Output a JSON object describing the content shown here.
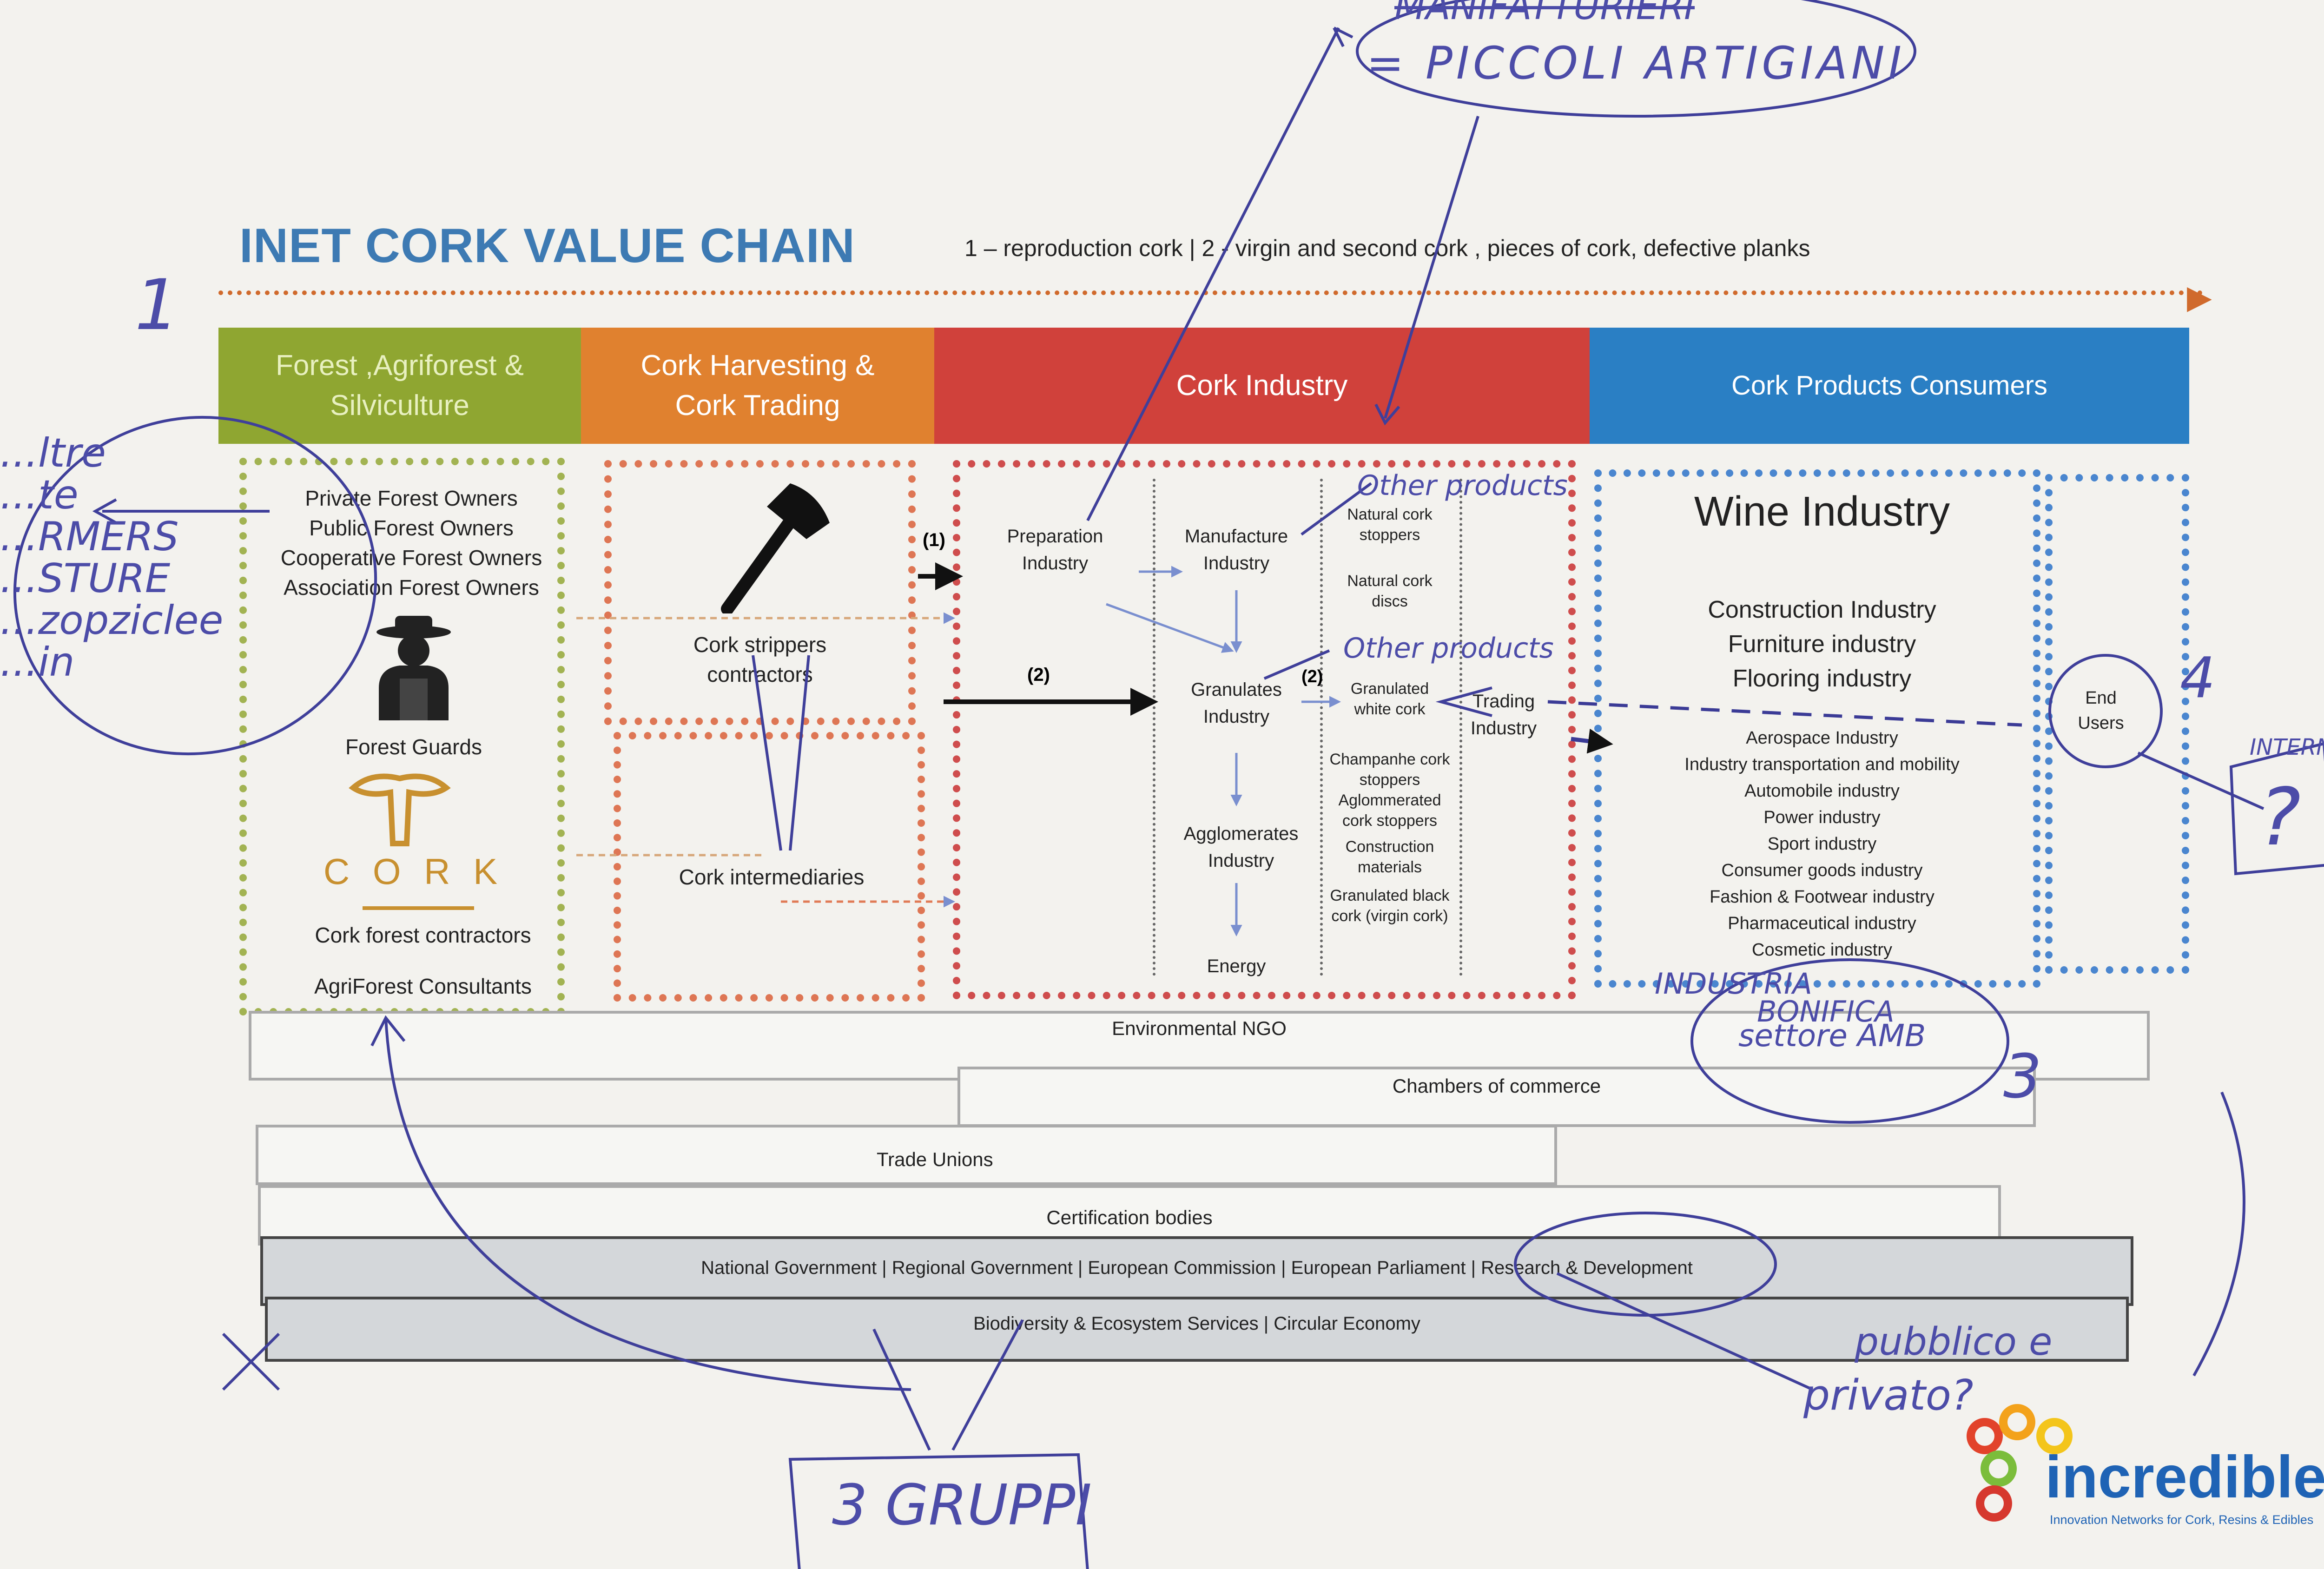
{
  "title": "INET CORK VALUE CHAIN",
  "subtitle": "1 – reproduction cork | 2 - virgin and second cork , pieces of cork, defective planks",
  "stages": [
    {
      "label": "Forest ,Agriforest & Silviculture",
      "color": "#8fa631"
    },
    {
      "label": "Cork Harvesting & Cork Trading",
      "color": "#e0812f"
    },
    {
      "label": "Cork Industry",
      "color": "#d0413b"
    },
    {
      "label": "Cork Products Consumers",
      "color": "#2a7fc4"
    }
  ],
  "forest": {
    "owners": [
      "Private Forest Owners",
      "Public Forest Owners",
      "Cooperative Forest Owners",
      "Association Forest Owners"
    ],
    "guards": "Forest Guards",
    "cork_logo": "C O R K",
    "contractors": "Cork forest contractors",
    "consultants": "AgriForest Consultants"
  },
  "harvesting": {
    "strippers": "Cork strippers contractors",
    "intermediaries": "Cork intermediaries"
  },
  "industry": {
    "marker_1": "(1)",
    "marker_2": "(2)",
    "preparation": "Preparation Industry",
    "manufacture": "Manufacture Industry",
    "granulates": "Granulates Industry",
    "agglomerates": "Agglomerates Industry",
    "energy": "Energy",
    "natural_stoppers": "Natural cork stoppers",
    "natural_discs": "Natural cork discs",
    "granulated_white": "Granulated white cork",
    "champagne": "Champanhe cork stoppers",
    "agglomerated_stoppers": "Aglommerated cork stoppers",
    "construction_materials": "Construction materials",
    "granulated_black": "Granulated black cork (virgin cork)",
    "marker_2b": "(2)",
    "trading": "Trading Industry"
  },
  "consumers": {
    "wine": "Wine Industry",
    "main": [
      "Construction Industry",
      "Furniture industry",
      "Flooring industry"
    ],
    "others": [
      "Aerospace Industry",
      "Industry transportation and mobility",
      "Automobile industry",
      "Power industry",
      "Sport industry",
      "Consumer goods industry",
      "Fashion & Footwear industry",
      "Pharmaceutical industry",
      "Cosmetic industry"
    ],
    "end_users": "End Users"
  },
  "bars": [
    "Environmental NGO",
    "Chambers of commerce",
    "Trade Unions",
    "Certification bodies",
    "National Government | Regional Government | European Commission | European Parliament | Research & Development",
    "Biodiversity & Ecosystem Services | Circular Economy"
  ],
  "handwritten": {
    "piccoli": "= PICCOLI ARTIGIANI",
    "struck": "MANIFATTURIERI",
    "num_1": "1",
    "num_3": "3",
    "num_4": "4",
    "left_notes": [
      "...ltre",
      "...te",
      "...RMERS",
      "...STURE",
      "...zopziclee",
      "...in"
    ],
    "other_products_1": "Other products",
    "other_products_2": "Other products",
    "industria": "INDUSTRIA",
    "bonifica": "BONIFICA",
    "settore": "settore AMB",
    "interna": "INTERNA...",
    "question": "?",
    "pubblico": "pubblico e",
    "privato": "privato?",
    "gruppi": "3 GRUPPI"
  },
  "logo": {
    "name": "incredible",
    "tagline": "Innovation Networks for Cork, Resins & Edibles"
  }
}
